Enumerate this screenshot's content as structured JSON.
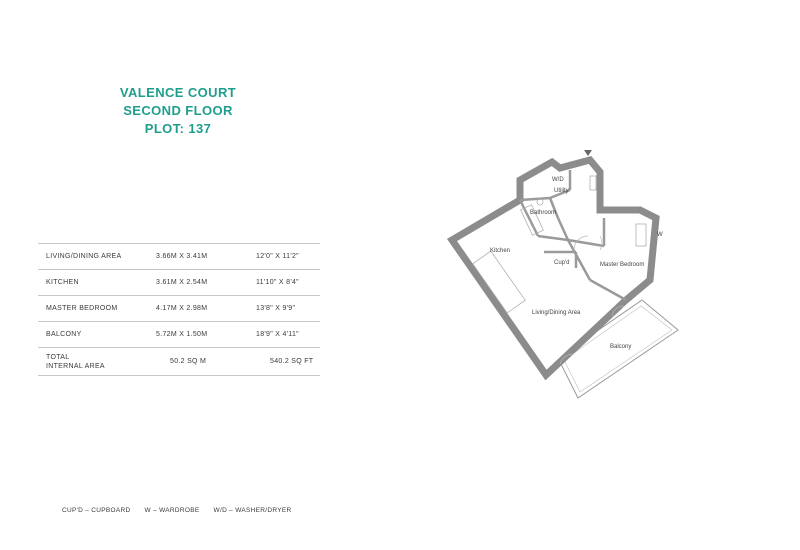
{
  "header": {
    "line1": "VALENCE COURT",
    "line2": "SECOND FLOOR",
    "line3": "PLOT: 137"
  },
  "specs": [
    {
      "room": "LIVING/DINING AREA",
      "metric": "3.66M X 3.41M",
      "imperial": "12'0\" X 11'2\""
    },
    {
      "room": "KITCHEN",
      "metric": "3.61M X 2.54M",
      "imperial": "11'10\" X 8'4\""
    },
    {
      "room": "MASTER BEDROOM",
      "metric": "4.17M X 2.98M",
      "imperial": "13'8\" X 9'9\""
    },
    {
      "room": "BALCONY",
      "metric": "5.72M X 1.50M",
      "imperial": "18'9\" X 4'11\""
    }
  ],
  "total": {
    "label_line1": "TOTAL",
    "label_line2": "INTERNAL AREA",
    "metric": "50.2 SQ M",
    "imperial": "540.2 SQ FT"
  },
  "legend": [
    "CUP'D – CUPBOARD",
    "W – WARDROBE",
    "W/D – WASHER/DRYER"
  ],
  "plan_labels": {
    "wd": "W/D",
    "utility": "Utility",
    "bathroom": "Bathroom",
    "kitchen": "Kitchen",
    "cupd": "Cup'd",
    "master_bedroom": "Master Bedroom",
    "wardrobe": "W",
    "living_dining": "Living/Dining Area",
    "balcony": "Balcony"
  },
  "colors": {
    "accent": "#1f9e8e",
    "wall": "#8c8c8c",
    "rule": "#c8c8c8"
  }
}
